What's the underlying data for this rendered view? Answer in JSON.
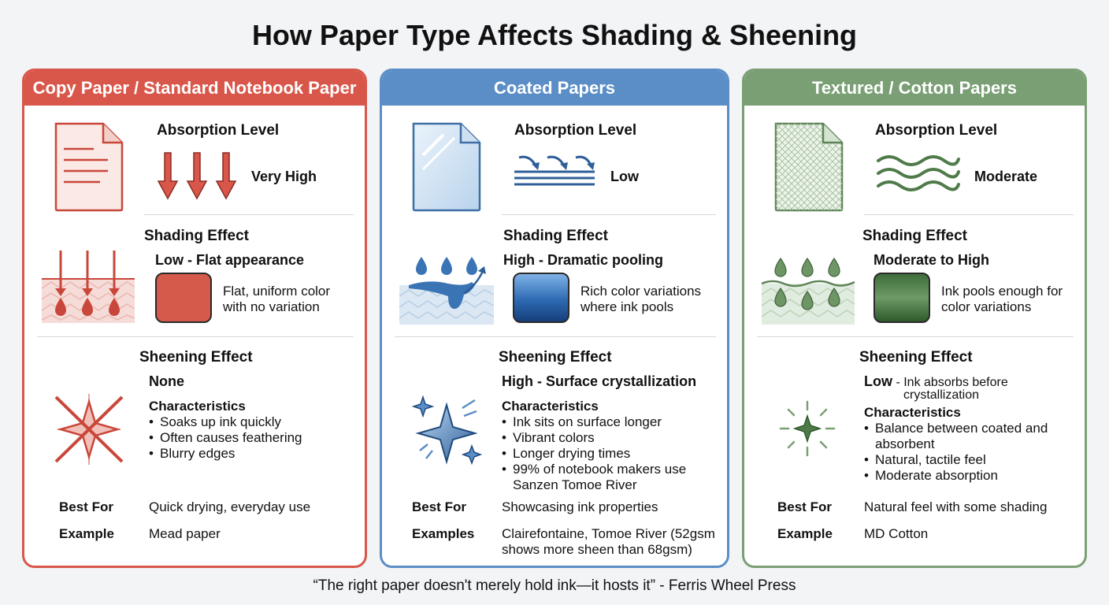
{
  "title": "How Paper Type Affects Shading & Sheening",
  "quote": "“The right paper doesn't merely hold ink—it hosts it” - Ferris Wheel Press",
  "colors": {
    "copy": "#d9574a",
    "coated": "#5b8ec6",
    "textured": "#7a9f74"
  },
  "cards": [
    {
      "header": "Copy Paper / Standard Notebook Paper",
      "absorption_heading": "Absorption Level",
      "absorption_value": "Very High",
      "shading_heading": "Shading Effect",
      "shading_value": "Low - Flat appearance",
      "shading_desc": [
        "Flat, uniform color",
        "with no variation"
      ],
      "sheening_heading": "Sheening Effect",
      "sheening_value": "None",
      "characteristics_heading": "Characteristics",
      "characteristics": [
        "Soaks up ink quickly",
        "Often causes feathering",
        "Blurry edges"
      ],
      "best_for_label": "Best For",
      "best_for": "Quick drying, everyday use",
      "example_label": "Example",
      "example": [
        "Mead paper"
      ]
    },
    {
      "header": "Coated Papers",
      "absorption_heading": "Absorption Level",
      "absorption_value": "Low",
      "shading_heading": "Shading Effect",
      "shading_value": "High - Dramatic pooling",
      "shading_desc": [
        "Rich color variations",
        "where ink pools"
      ],
      "sheening_heading": "Sheening Effect",
      "sheening_value": "High - Surface crystallization",
      "characteristics_heading": "Characteristics",
      "characteristics": [
        "Ink sits on surface longer",
        "Vibrant colors",
        "Longer drying times",
        "99% of notebook makers use Sanzen Tomoe River"
      ],
      "best_for_label": "Best For",
      "best_for": "Showcasing ink properties",
      "example_label": "Examples",
      "example": [
        "Clairefontaine, Tomoe River (52gsm",
        "shows more sheen than 68gsm)"
      ]
    },
    {
      "header": "Textured / Cotton Papers",
      "absorption_heading": "Absorption Level",
      "absorption_value": "Moderate",
      "shading_heading": "Shading Effect",
      "shading_value": "Moderate to High",
      "shading_desc": [
        "Ink pools enough for",
        "color variations"
      ],
      "sheening_heading": "Sheening Effect",
      "sheening_value": "Low",
      "sheening_note": [
        "- Ink absorbs before",
        "crystallization"
      ],
      "characteristics_heading": "Characteristics",
      "characteristics": [
        "Balance between coated and absorbent",
        "Natural, tactile feel",
        "Moderate absorption"
      ],
      "best_for_label": "Best For",
      "best_for": "Natural feel with some shading",
      "example_label": "Example",
      "example": [
        "MD Cotton"
      ]
    }
  ]
}
